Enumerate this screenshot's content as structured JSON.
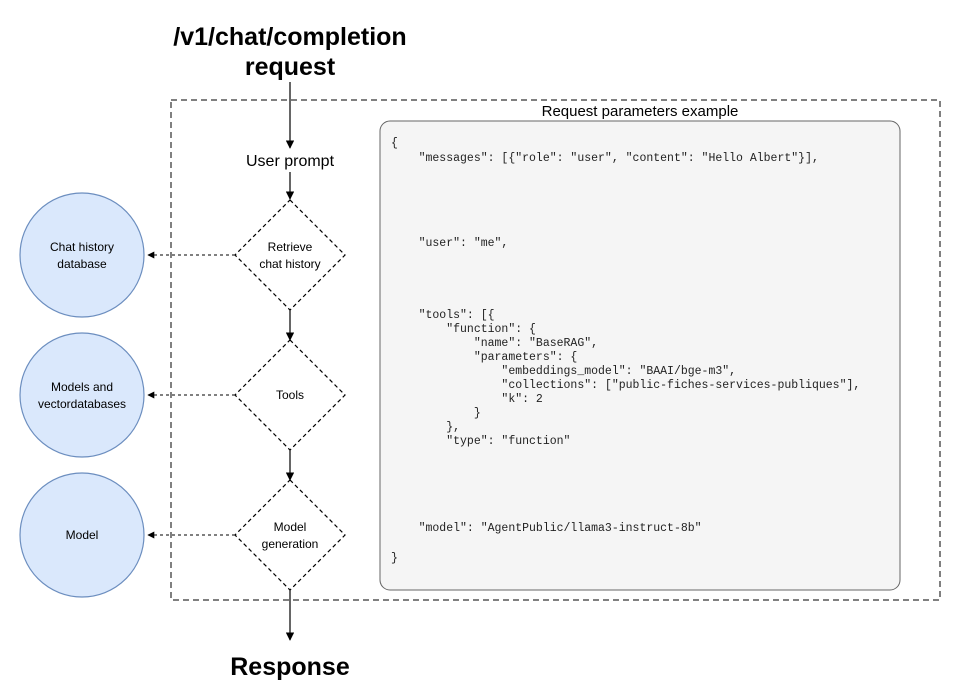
{
  "diagram": {
    "request_title_line1": "/v1/chat/completion",
    "request_title_line2": "request",
    "response_title": "Response",
    "user_prompt": "User prompt",
    "frame_title": "Request parameters example",
    "steps": [
      {
        "id": "retrieve",
        "line1": "Retrieve",
        "line2": "chat history"
      },
      {
        "id": "tools",
        "line1": "Tools",
        "line2": ""
      },
      {
        "id": "generation",
        "line1": "Model",
        "line2": "generation"
      }
    ],
    "resources": [
      {
        "id": "chat-history",
        "line1": "Chat history",
        "line2": "database"
      },
      {
        "id": "models-vectordb",
        "line1": "Models and",
        "line2": "vectordatabases"
      },
      {
        "id": "model",
        "line1": "Model",
        "line2": ""
      }
    ],
    "code_lines": [
      "{",
      "    \"messages\": [{\"role\": \"user\", \"content\": \"Hello Albert\"}],",
      "    \"user\": \"me\",",
      "    \"tools\": [{",
      "        \"function\": {",
      "            \"name\": \"BaseRAG\",",
      "            \"parameters\": {",
      "                \"embeddings_model\": \"BAAI/bge-m3\",",
      "                \"collections\": [\"public-fiches-services-publiques\"],",
      "                \"k\": 2",
      "            }",
      "        },",
      "        \"type\": \"function\"",
      "    \"model\": \"AgentPublic/llama3-instruct-8b\"",
      "}"
    ],
    "colors": {
      "resource_fill": "#dae8fc",
      "resource_stroke": "#6c8ebf",
      "code_box_fill": "#f5f5f5",
      "code_box_stroke": "#666666"
    }
  }
}
